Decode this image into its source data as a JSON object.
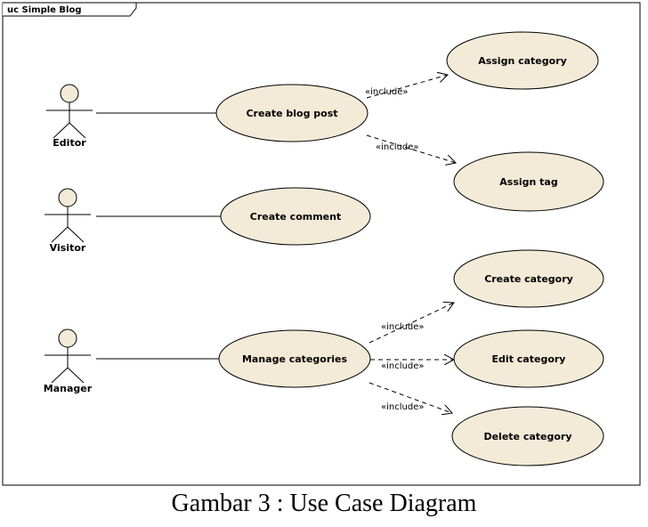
{
  "frame": {
    "tag": "uc Simple Blog"
  },
  "actors": [
    {
      "id": "editor",
      "label": "Editor"
    },
    {
      "id": "visitor",
      "label": "Visitor"
    },
    {
      "id": "manager",
      "label": "Manager"
    }
  ],
  "use_cases": [
    {
      "id": "create-blog-post",
      "label": "Create blog post"
    },
    {
      "id": "create-comment",
      "label": "Create comment"
    },
    {
      "id": "manage-categories",
      "label": "Manage categories"
    },
    {
      "id": "assign-category",
      "label": "Assign category"
    },
    {
      "id": "assign-tag",
      "label": "Assign tag"
    },
    {
      "id": "create-category",
      "label": "Create category"
    },
    {
      "id": "edit-category",
      "label": "Edit category"
    },
    {
      "id": "delete-category",
      "label": "Delete category"
    }
  ],
  "include_label": "«include»",
  "caption": "Gambar 3  : Use Case Diagram",
  "colors": {
    "usecase_fill": "#f4ead8",
    "line": "#000000",
    "frame": "#000000"
  }
}
